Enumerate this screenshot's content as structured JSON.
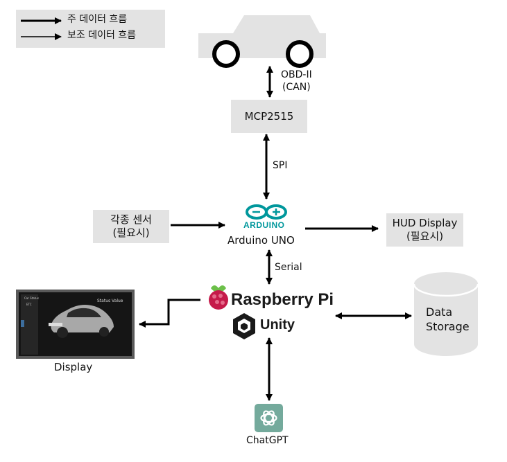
{
  "legend": {
    "primary": "주 데이터 흐름",
    "secondary": "보조 데이터 흐름"
  },
  "nodes": {
    "car_link": [
      "OBD-II",
      "(CAN)"
    ],
    "mcp": "MCP2515",
    "spi": "SPI",
    "sensor": [
      "각종 센서",
      "(필요시)"
    ],
    "arduino_logo": "ARDUINO",
    "arduino": "Arduino UNO",
    "hud": [
      "HUD Display",
      "(필요시)"
    ],
    "serial": "Serial",
    "raspberry": "Raspberry Pi",
    "unity": "Unity",
    "storage": [
      "Data",
      "Storage"
    ],
    "display": "Display",
    "display_screen": {
      "side_title": "Car Status",
      "side_item": "ETC",
      "header": "Status Value"
    },
    "chatgpt": "ChatGPT"
  },
  "colors": {
    "box": "#e3e3e3",
    "arrow": "#000000",
    "arduino": "#00979c",
    "raspberry": "#c51a4a",
    "chatgpt": "#74aa9c",
    "car": "#e3e3e3"
  }
}
